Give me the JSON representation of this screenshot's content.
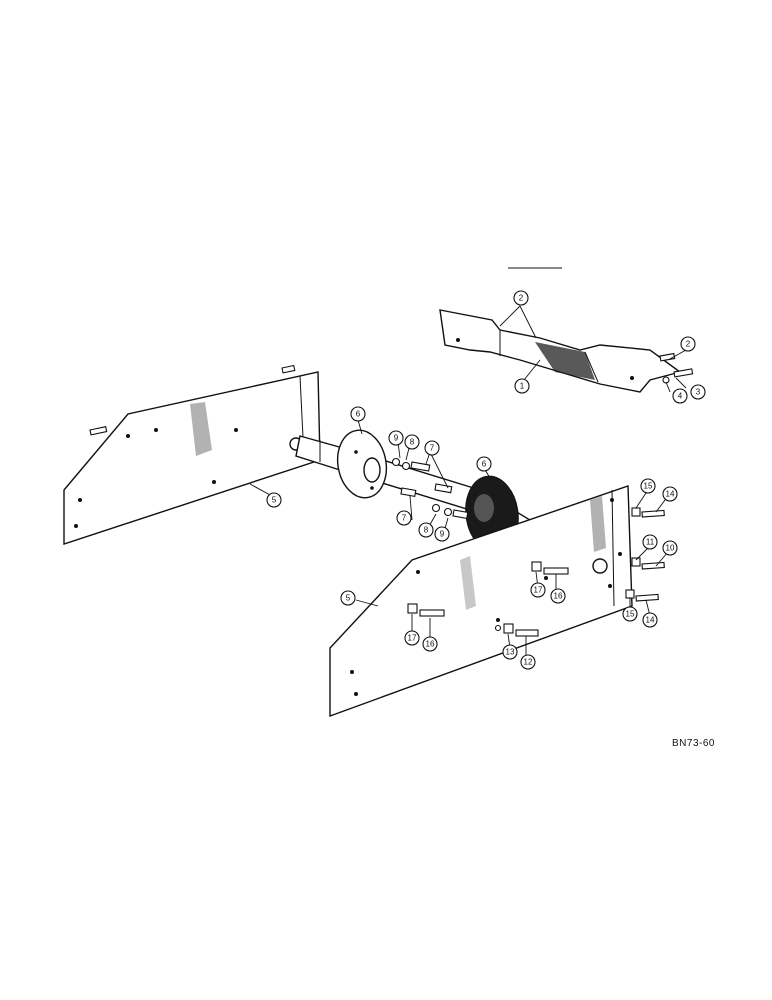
{
  "reference_code": "BN73-60",
  "callouts": {
    "c1": "1",
    "c2a": "2",
    "c2b": "2",
    "c3": "3",
    "c4": "4",
    "c5a": "5",
    "c5b": "5",
    "c6a": "6",
    "c6b": "6",
    "c7a": "7",
    "c7b": "7",
    "c8a": "8",
    "c8b": "8",
    "c9a": "9",
    "c9b": "9",
    "c10": "10",
    "c11": "11",
    "c12": "12",
    "c13": "13",
    "c14a": "14",
    "c14b": "14",
    "c15a": "15",
    "c15b": "15",
    "c16a": "16",
    "c16b": "16",
    "c17a": "17",
    "c17b": "17"
  }
}
